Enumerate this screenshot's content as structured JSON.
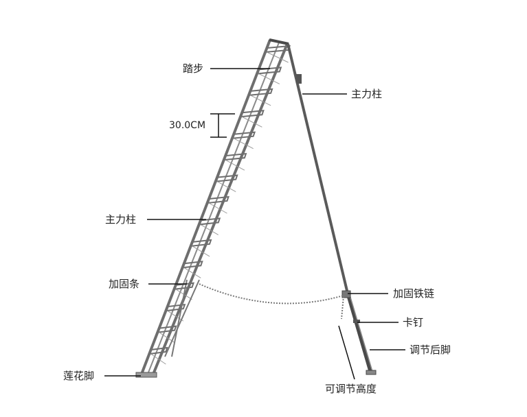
{
  "labels": {
    "step": "踏步",
    "step_height": "30.0CM",
    "main_post_right": "主力柱",
    "main_post_left": "主力柱",
    "reinforcing_bar": "加固条",
    "reinforcing_chain": "加固铁链",
    "clip_pin": "卡钉",
    "adjustable_rear_leg": "调节后脚",
    "lotus_foot": "莲花脚",
    "adjustable_height": "可调节高度"
  },
  "colors": {
    "frame": "#6e6e6e",
    "frame_dark": "#4a4a4a",
    "leader": "#111111",
    "text": "#222222"
  }
}
